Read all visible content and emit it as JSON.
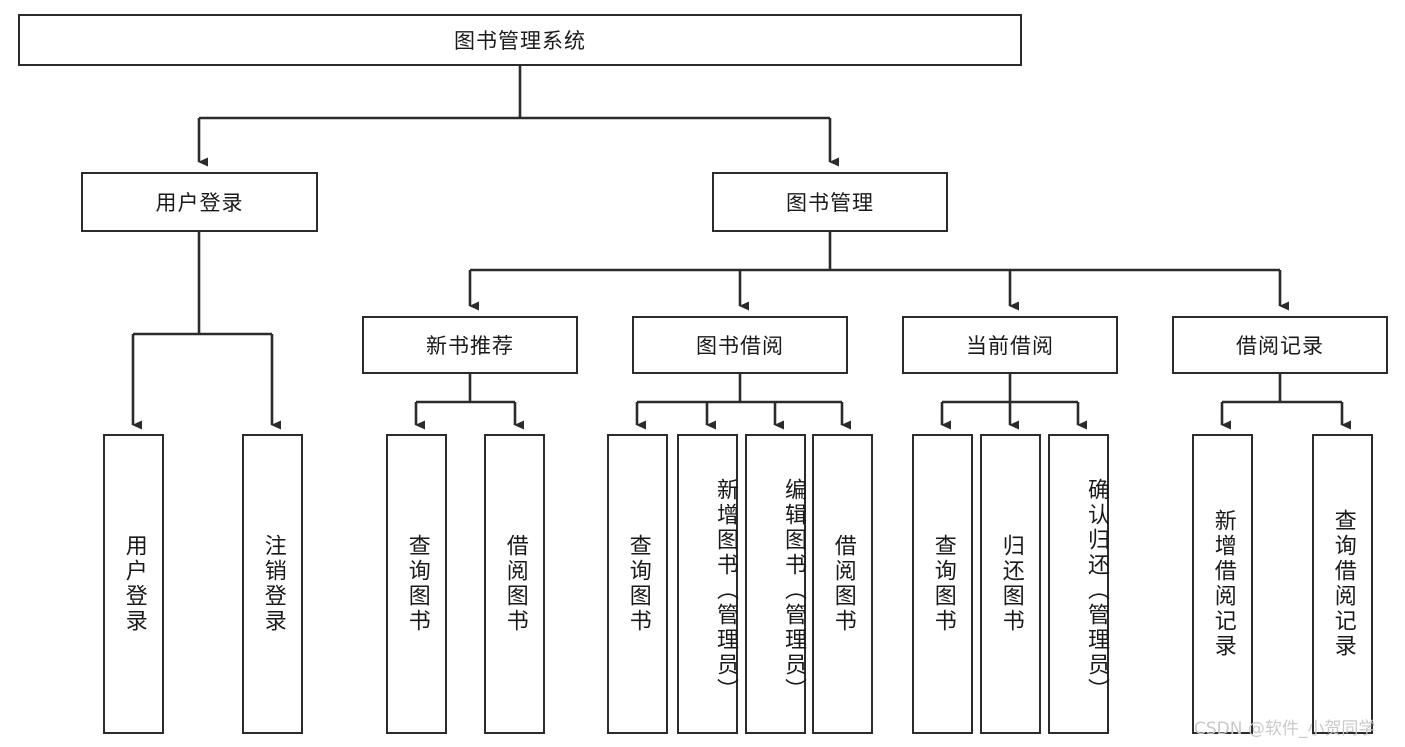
{
  "diagram": {
    "title": "图书管理系统",
    "root": {
      "id": "root",
      "label": "图书管理系统"
    },
    "level2": [
      {
        "id": "user-login",
        "label": "用户登录"
      },
      {
        "id": "book-manage",
        "label": "图书管理"
      }
    ],
    "level3": [
      {
        "id": "new-book-recommend",
        "label": "新书推荐"
      },
      {
        "id": "book-borrow",
        "label": "图书借阅"
      },
      {
        "id": "current-borrow",
        "label": "当前借阅"
      },
      {
        "id": "borrow-record",
        "label": "借阅记录"
      }
    ],
    "leaves": {
      "user_login": [
        {
          "id": "leaf-user-login",
          "label": "用户登录"
        },
        {
          "id": "leaf-logout-login",
          "label": "注销登录"
        }
      ],
      "new_book_recommend": [
        {
          "id": "leaf-query-book-1",
          "label": "查询图书"
        },
        {
          "id": "leaf-borrow-book-1",
          "label": "借阅图书"
        }
      ],
      "book_borrow": [
        {
          "id": "leaf-query-book-2",
          "label": "查询图书"
        },
        {
          "id": "leaf-add-book",
          "label": "新增图书（管理员）"
        },
        {
          "id": "leaf-edit-book",
          "label": "编辑图书（管理员）"
        },
        {
          "id": "leaf-borrow-book-2",
          "label": "借阅图书"
        }
      ],
      "current_borrow": [
        {
          "id": "leaf-query-book-3",
          "label": "查询图书"
        },
        {
          "id": "leaf-return-book",
          "label": "归还图书"
        },
        {
          "id": "leaf-confirm-return",
          "label": "确认归还（管理员）"
        }
      ],
      "borrow_record": [
        {
          "id": "leaf-add-record",
          "label": "新增借阅记录"
        },
        {
          "id": "leaf-query-record",
          "label": "查询借阅记录"
        }
      ]
    },
    "colors": {
      "border": "#2b2b2b",
      "background": "#ffffff",
      "text": "#1a1a1a",
      "connector": "#2b2b2b",
      "watermark": "#c9c9c9"
    }
  },
  "watermark": {
    "text": "CSDN @软件_小贺同学"
  }
}
